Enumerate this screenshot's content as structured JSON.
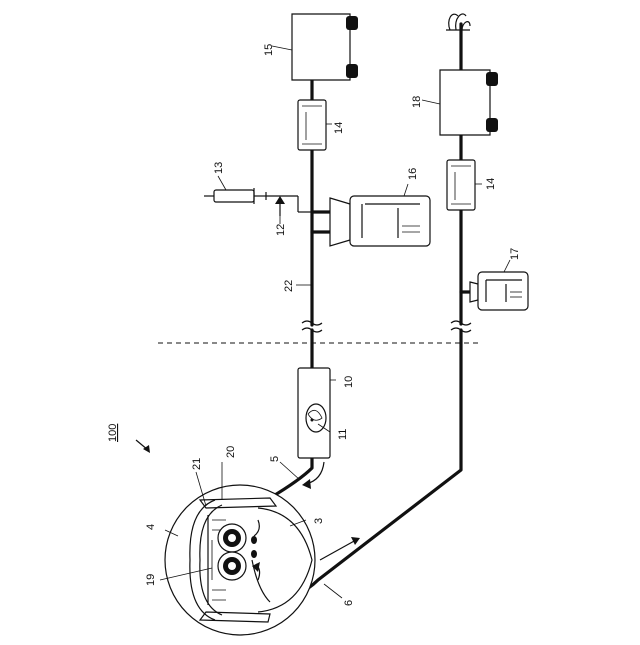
{
  "figure": {
    "label": "100"
  },
  "labels": {
    "l3": "3",
    "l4": "4",
    "l5": "5",
    "l6": "6",
    "l10": "10",
    "l11": "11",
    "l12": "12",
    "l13": "13",
    "l14a": "14",
    "l14b": "14",
    "l15": "15",
    "l16": "16",
    "l17": "17",
    "l18": "18",
    "l19": "19",
    "l20": "20",
    "l21": "21",
    "l22": "22"
  }
}
